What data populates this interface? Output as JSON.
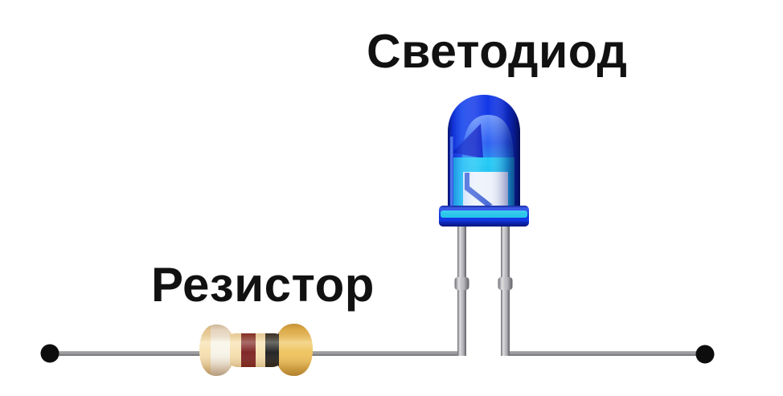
{
  "labels": {
    "led": "Светодиод",
    "resistor": "Резистор"
  },
  "resistor": {
    "band_order": [
      "white",
      "maroon",
      "black",
      "gold"
    ]
  },
  "colors": {
    "background": "#ffffff",
    "label-text": "#111111",
    "wire-grey": "#a4a4a7",
    "terminal-dot": "#0d0d0d",
    "metal-grey": "#b9b9be",
    "led-blue": "#1238e8",
    "led-blue-deep": "#0a1cae",
    "led-cyan": "#24cdf4",
    "led-window": "#edf3fb",
    "led-whisker": "#4a6ad8",
    "resistor-body": "#f6dfae",
    "band-white": "#f7f3e8",
    "band-maroon": "#7a1d1d",
    "band-black": "#1b1b1b",
    "band-gold": "#eec159"
  }
}
